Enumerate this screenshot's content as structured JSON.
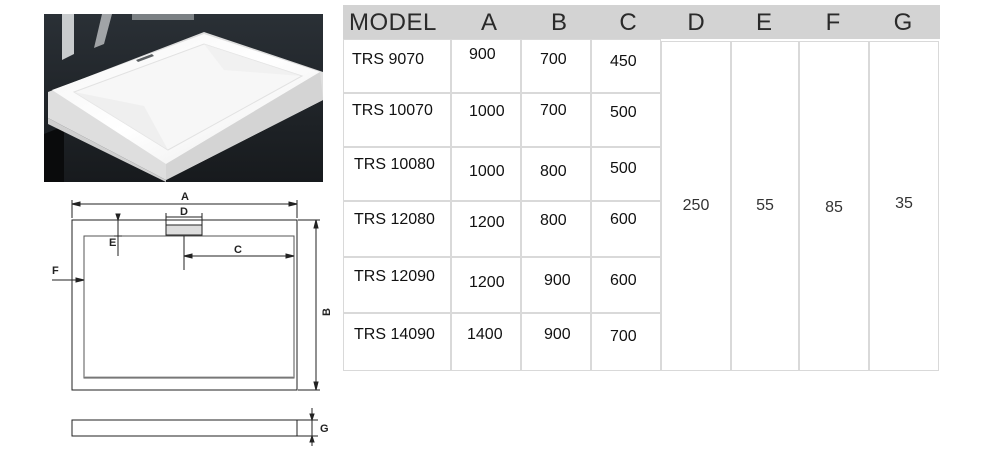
{
  "drawing_labels": {
    "a": "A",
    "b": "B",
    "c": "C",
    "d": "D",
    "e": "E",
    "f": "F",
    "g": "G"
  },
  "table": {
    "headers": [
      "MODEL",
      "A",
      "B",
      "C",
      "D",
      "E",
      "F",
      "G"
    ],
    "rows": [
      {
        "model": "TRS 9070",
        "a": "900",
        "b": "700",
        "c": "450"
      },
      {
        "model": "TRS 10070",
        "a": "1000",
        "b": "700",
        "c": "500"
      },
      {
        "model": "TRS 10080",
        "a": "1000",
        "b": "800",
        "c": "500"
      },
      {
        "model": "TRS 12080",
        "a": "1200",
        "b": "800",
        "c": "600"
      },
      {
        "model": "TRS 12090",
        "a": "1200",
        "b": "900",
        "c": "600"
      },
      {
        "model": "TRS 14090",
        "a": "1400",
        "b": "900",
        "c": "700"
      }
    ],
    "shared": {
      "d": "250",
      "e": "55",
      "f": "85",
      "g": "35"
    }
  }
}
